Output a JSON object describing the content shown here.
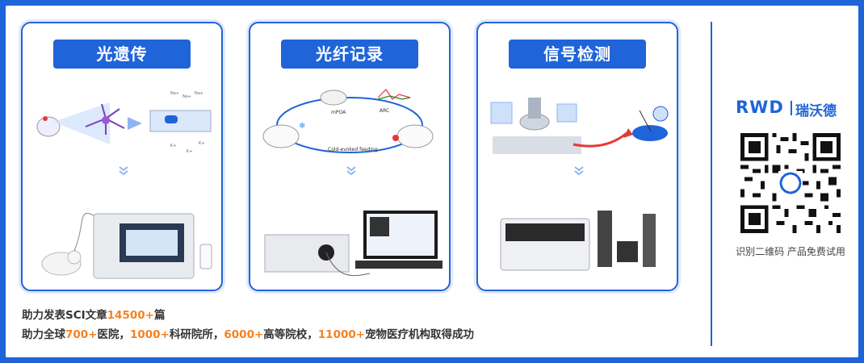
{
  "cards": [
    {
      "title": "光遗传"
    },
    {
      "title": "光纤记录",
      "labels": {
        "mpoa": "mPOA",
        "arc": "ARC",
        "cold": "Cold-evoked feeding"
      }
    },
    {
      "title": "信号检测"
    }
  ],
  "stats": {
    "line1_a": "助力发表SCI文章",
    "line1_num": "14500+",
    "line1_b": "篇",
    "line2_a": "助力全球",
    "line2_n1": "700+",
    "line2_b": "医院，",
    "line2_n2": "1000+",
    "line2_c": "科研院所，",
    "line2_n3": "6000+",
    "line2_d": "高等院校，",
    "line2_n4": "11000+",
    "line2_e": "宠物医疗机构取得成功"
  },
  "brand": {
    "logo": "RWD",
    "name": "瑞沃德"
  },
  "qr_caption": "识别二维码 产品免费试用",
  "colors": {
    "primary": "#1f64d8",
    "accent": "#f58220"
  }
}
